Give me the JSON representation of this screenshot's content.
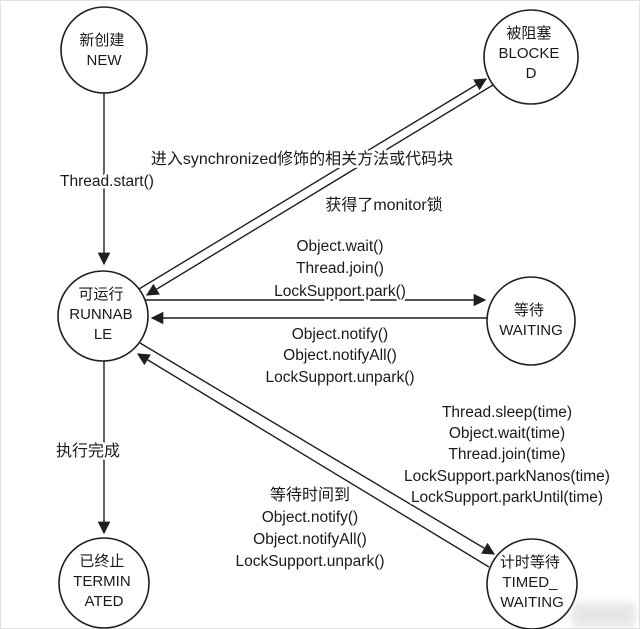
{
  "diagram": {
    "nodes": {
      "new": {
        "line1": "新创建",
        "line2": "NEW"
      },
      "blocked": {
        "line1": "被阻塞",
        "line2": "BLOCKE",
        "line3": "D"
      },
      "runnable": {
        "line1": "可运行",
        "line2": "RUNNAB",
        "line3": "LE"
      },
      "waiting": {
        "line1": "等待",
        "line2": "WAITING"
      },
      "terminated": {
        "line1": "已终止",
        "line2": "TERMIN",
        "line3": "ATED"
      },
      "timed": {
        "line1": "计时等待",
        "line2": "TIMED_",
        "line3": "WAITING"
      }
    },
    "labels": {
      "thread_start": "Thread.start()",
      "enter_synchronized": "进入synchronized修饰的相关方法或代码块",
      "got_monitor": "获得了monitor锁",
      "object_wait": "Object.wait()",
      "thread_join": "Thread.join()",
      "locksupport_park": "LockSupport.park()",
      "object_notify": "Object.notify()",
      "object_notify_all": "Object.notifyAll()",
      "locksupport_unpark": "LockSupport.unpark()",
      "exec_done": "执行完成",
      "thread_sleep_time": "Thread.sleep(time)",
      "object_wait_time": "Object.wait(time)",
      "thread_join_time": "Thread.join(time)",
      "locksupport_park_nanos": "LockSupport.parkNanos(time)",
      "locksupport_park_until": "LockSupport.parkUntil(time)",
      "wait_time_up": "等待时间到",
      "timed_object_notify": "Object.notify()",
      "timed_object_notify_all": "Object.notifyAll()",
      "timed_locksupport_unpark": "LockSupport.unpark()"
    },
    "colors": {
      "stroke": "#1f1f1f",
      "text": "#1a1a1a",
      "background": "#ffffff"
    }
  }
}
